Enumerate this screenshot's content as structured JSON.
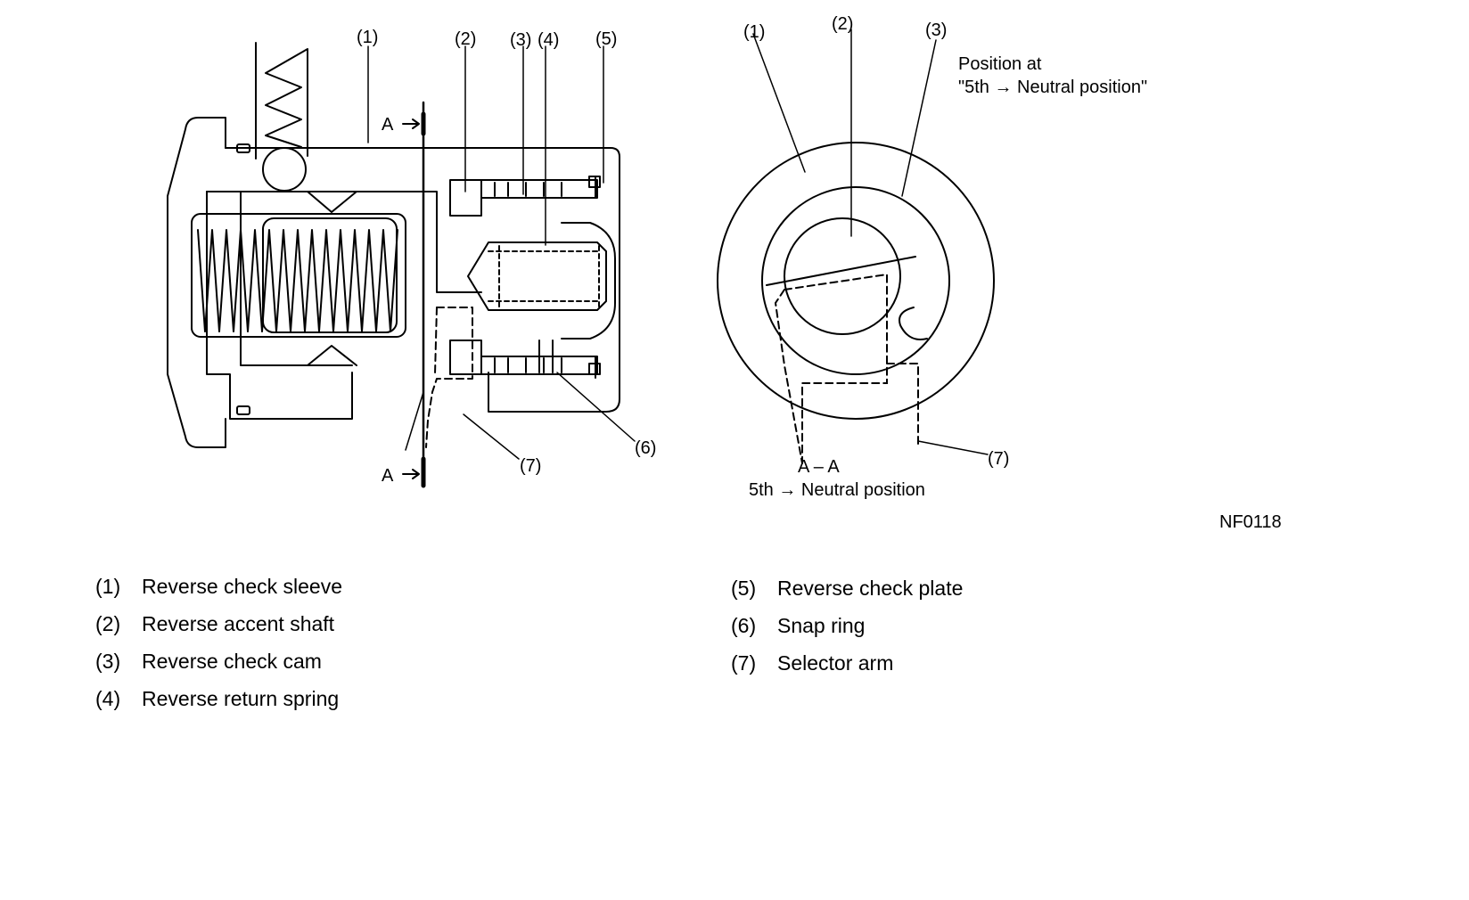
{
  "figure_id": "NF0118",
  "section_view": {
    "section_marker": "A",
    "section_title": "A – A",
    "caption": "5th → Neutral position",
    "note_line1": "Position at",
    "note_line2": "\"5th → Neutral position\""
  },
  "callouts_left": [
    "(1)",
    "(2)",
    "(3)",
    "(4)",
    "(5)",
    "(6)",
    "(7)"
  ],
  "callouts_right": [
    "(1)",
    "(2)",
    "(3)",
    "(7)"
  ],
  "legend": [
    {
      "num": "(1)",
      "label": "Reverse check sleeve"
    },
    {
      "num": "(2)",
      "label": "Reverse accent shaft"
    },
    {
      "num": "(3)",
      "label": "Reverse check cam"
    },
    {
      "num": "(4)",
      "label": "Reverse return spring"
    },
    {
      "num": "(5)",
      "label": "Reverse check plate"
    },
    {
      "num": "(6)",
      "label": "Snap ring"
    },
    {
      "num": "(7)",
      "label": "Selector arm"
    }
  ]
}
